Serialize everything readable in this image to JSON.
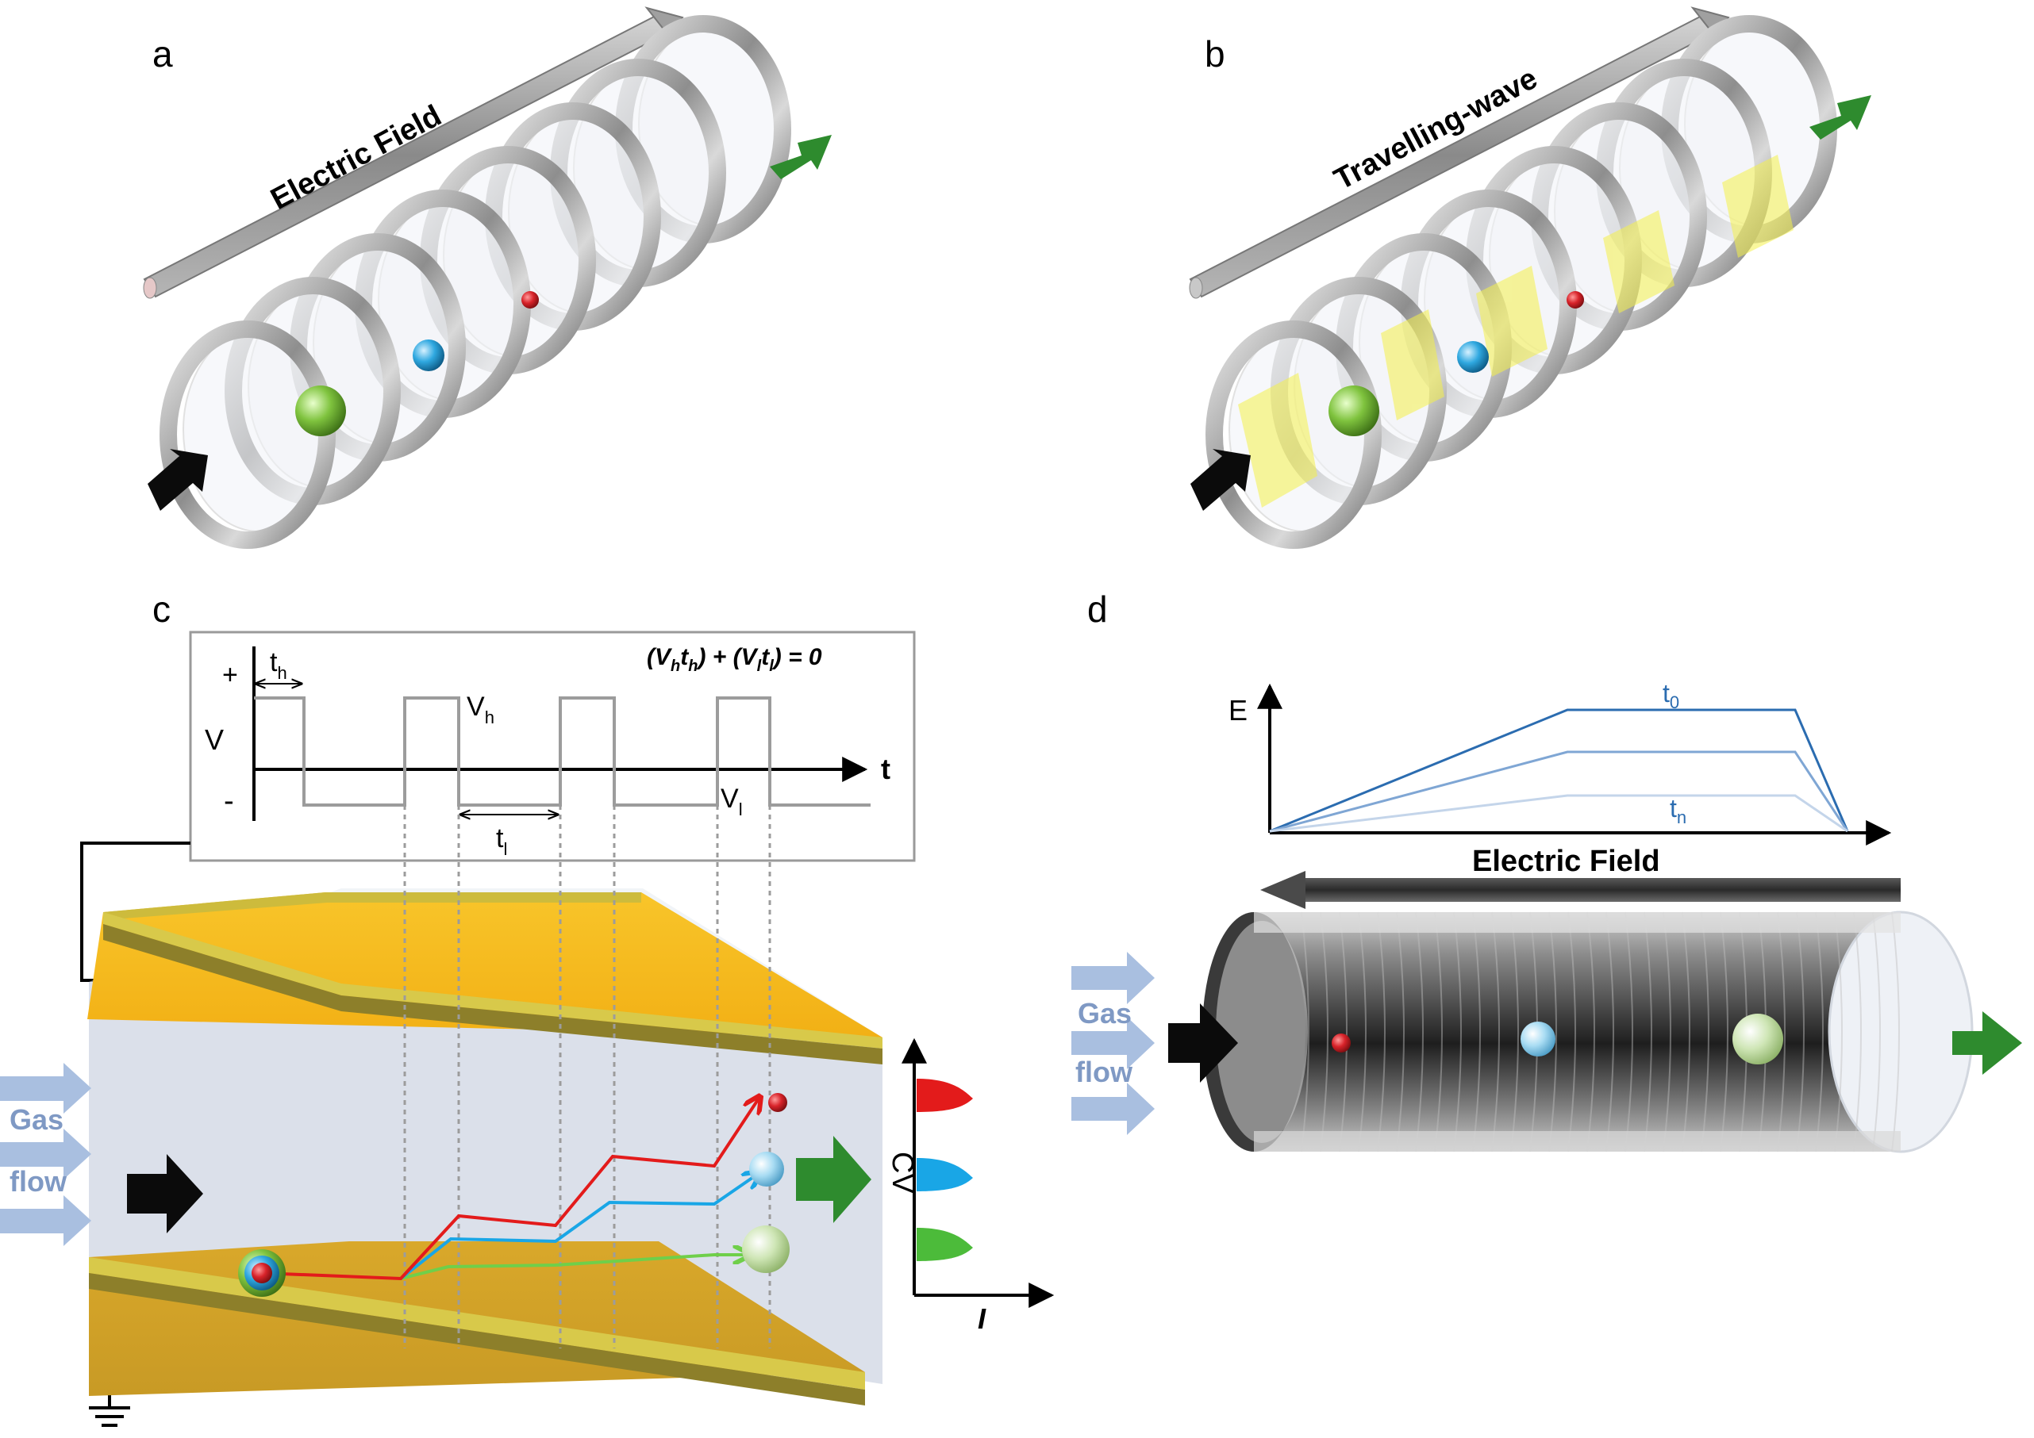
{
  "panels": {
    "a": {
      "letter": "a",
      "arrow_label": "Electric Field"
    },
    "b": {
      "letter": "b",
      "arrow_label": "Travelling-wave"
    },
    "c": {
      "letter": "c",
      "waveform": {
        "plus": "+",
        "minus": "-",
        "v_axis": "V",
        "t_axis": "t",
        "th_label": "t",
        "th_sub": "h",
        "tl_label": "t",
        "tl_sub": "l",
        "vh_label": "V",
        "vh_sub": "h",
        "vl_label": "V",
        "vl_sub": "l",
        "eq_p1": "(V",
        "eq_p1_sub": "h",
        "eq_p2": "t",
        "eq_p2_sub": "h",
        "eq_p3": ") + (V",
        "eq_p3_sub": "l",
        "eq_p4": "t",
        "eq_p4_sub": "l",
        "eq_p5": ") = 0"
      },
      "gas_line1": "Gas",
      "gas_line2": "flow",
      "cv_axis": "CV",
      "i_axis": "I",
      "peak_colors": [
        "#e31b1b",
        "#19a6e6",
        "#4cbb3a"
      ]
    },
    "d": {
      "letter": "d",
      "e_axis": "E",
      "t0_label": "t",
      "t0_sub": "0",
      "tn_label": "t",
      "tn_sub": "n",
      "arrow_label": "Electric Field",
      "gas_line1": "Gas",
      "gas_line2": "flow"
    }
  },
  "colors": {
    "ion_red": "#d8232a",
    "ion_blue": "#2fa8e0",
    "ion_green": "#7fc33e",
    "plate_gold": "#f6b91e",
    "wave_yellow": "#f4f04a",
    "exit_arrow": "#2e8b2e",
    "line_blue": "#2b6cb0"
  }
}
